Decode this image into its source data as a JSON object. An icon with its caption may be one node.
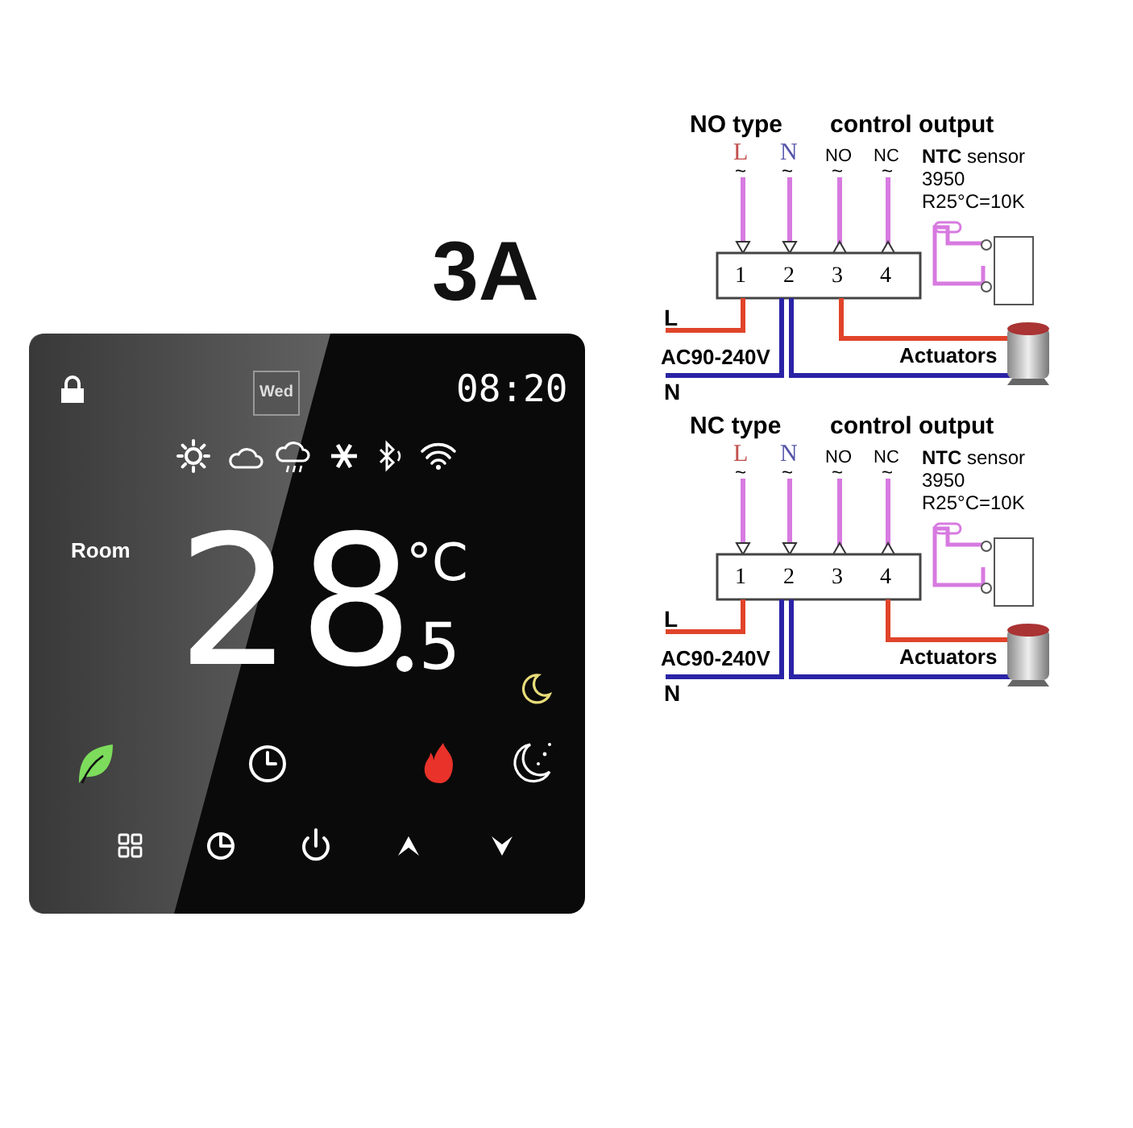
{
  "diagram": {
    "labels": [
      "3A",
      "Wed",
      "08:20",
      "Room",
      "28",
      "°C",
      "5",
      "NO type",
      "control output",
      "L",
      "N",
      "NO",
      "NC",
      "~",
      "~",
      "~",
      "~",
      "**NTC** sensor",
      "3950",
      "R25°C=10K",
      "1",
      "2",
      "3",
      "4",
      "L",
      "AC90-240V",
      "Actuators",
      "N",
      "NC type",
      "control output",
      "L",
      "N",
      "NO",
      "NC",
      "~",
      "~",
      "~",
      "~",
      "**NTC** sensor",
      "3950",
      "R25°C=10K",
      "1",
      "2",
      "3",
      "4",
      "L",
      "AC90-240V",
      "Actuators",
      "N"
    ]
  }
}
